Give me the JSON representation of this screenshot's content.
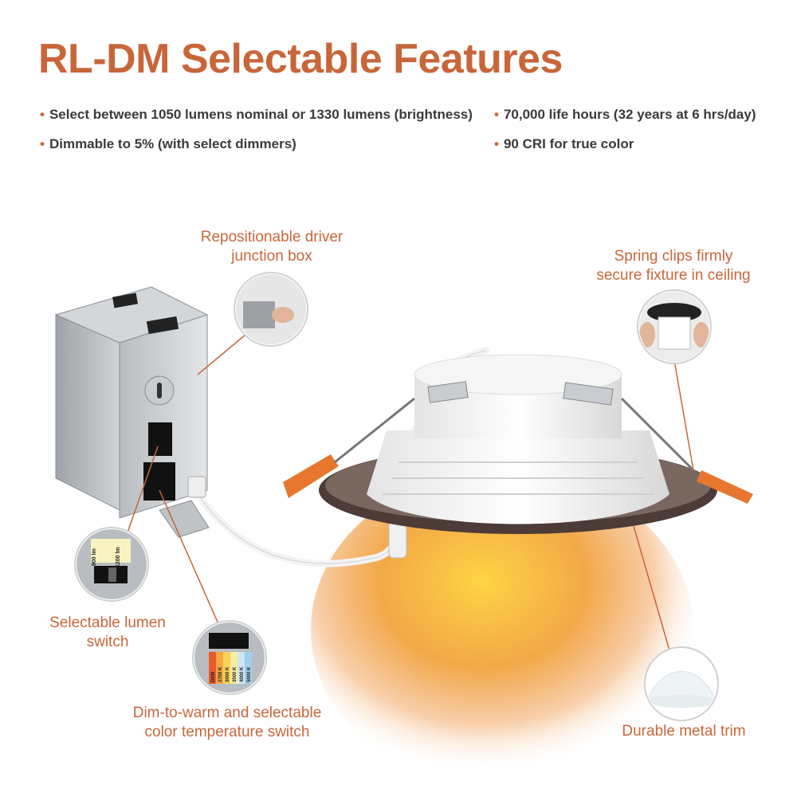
{
  "title": "RL-DM Selectable Features",
  "features": [
    "Select between 1050 lumens nominal or 1330 lumens (brightness)",
    "70,000 life hours (32 years at 6 hrs/day)",
    "Dimmable to 5% (with select dimmers)",
    "90 CRI for true color"
  ],
  "bullet": "•",
  "callouts": {
    "junction": [
      "Repositionable driver",
      "junction box"
    ],
    "spring": [
      "Spring clips firmly",
      "secure fixture in ceiling"
    ],
    "lumen": [
      "Selectable lumen",
      "switch"
    ],
    "dim": [
      "Dim-to-warm and selectable",
      "color temperature switch"
    ],
    "trim": [
      "Durable metal trim"
    ]
  },
  "switch_labels": {
    "lumen_low": "900 lm",
    "lumen_high": "1200 lm",
    "cct": [
      "D2W",
      "2700 K",
      "3000 K",
      "3500 K",
      "4000 K",
      "5000 K"
    ]
  },
  "colors": {
    "accent": "#c8663a",
    "text": "#3a3a3a",
    "glow_yellow": "#f4c430",
    "glow_orange": "#e8741e",
    "trim": "#5a4a44"
  }
}
